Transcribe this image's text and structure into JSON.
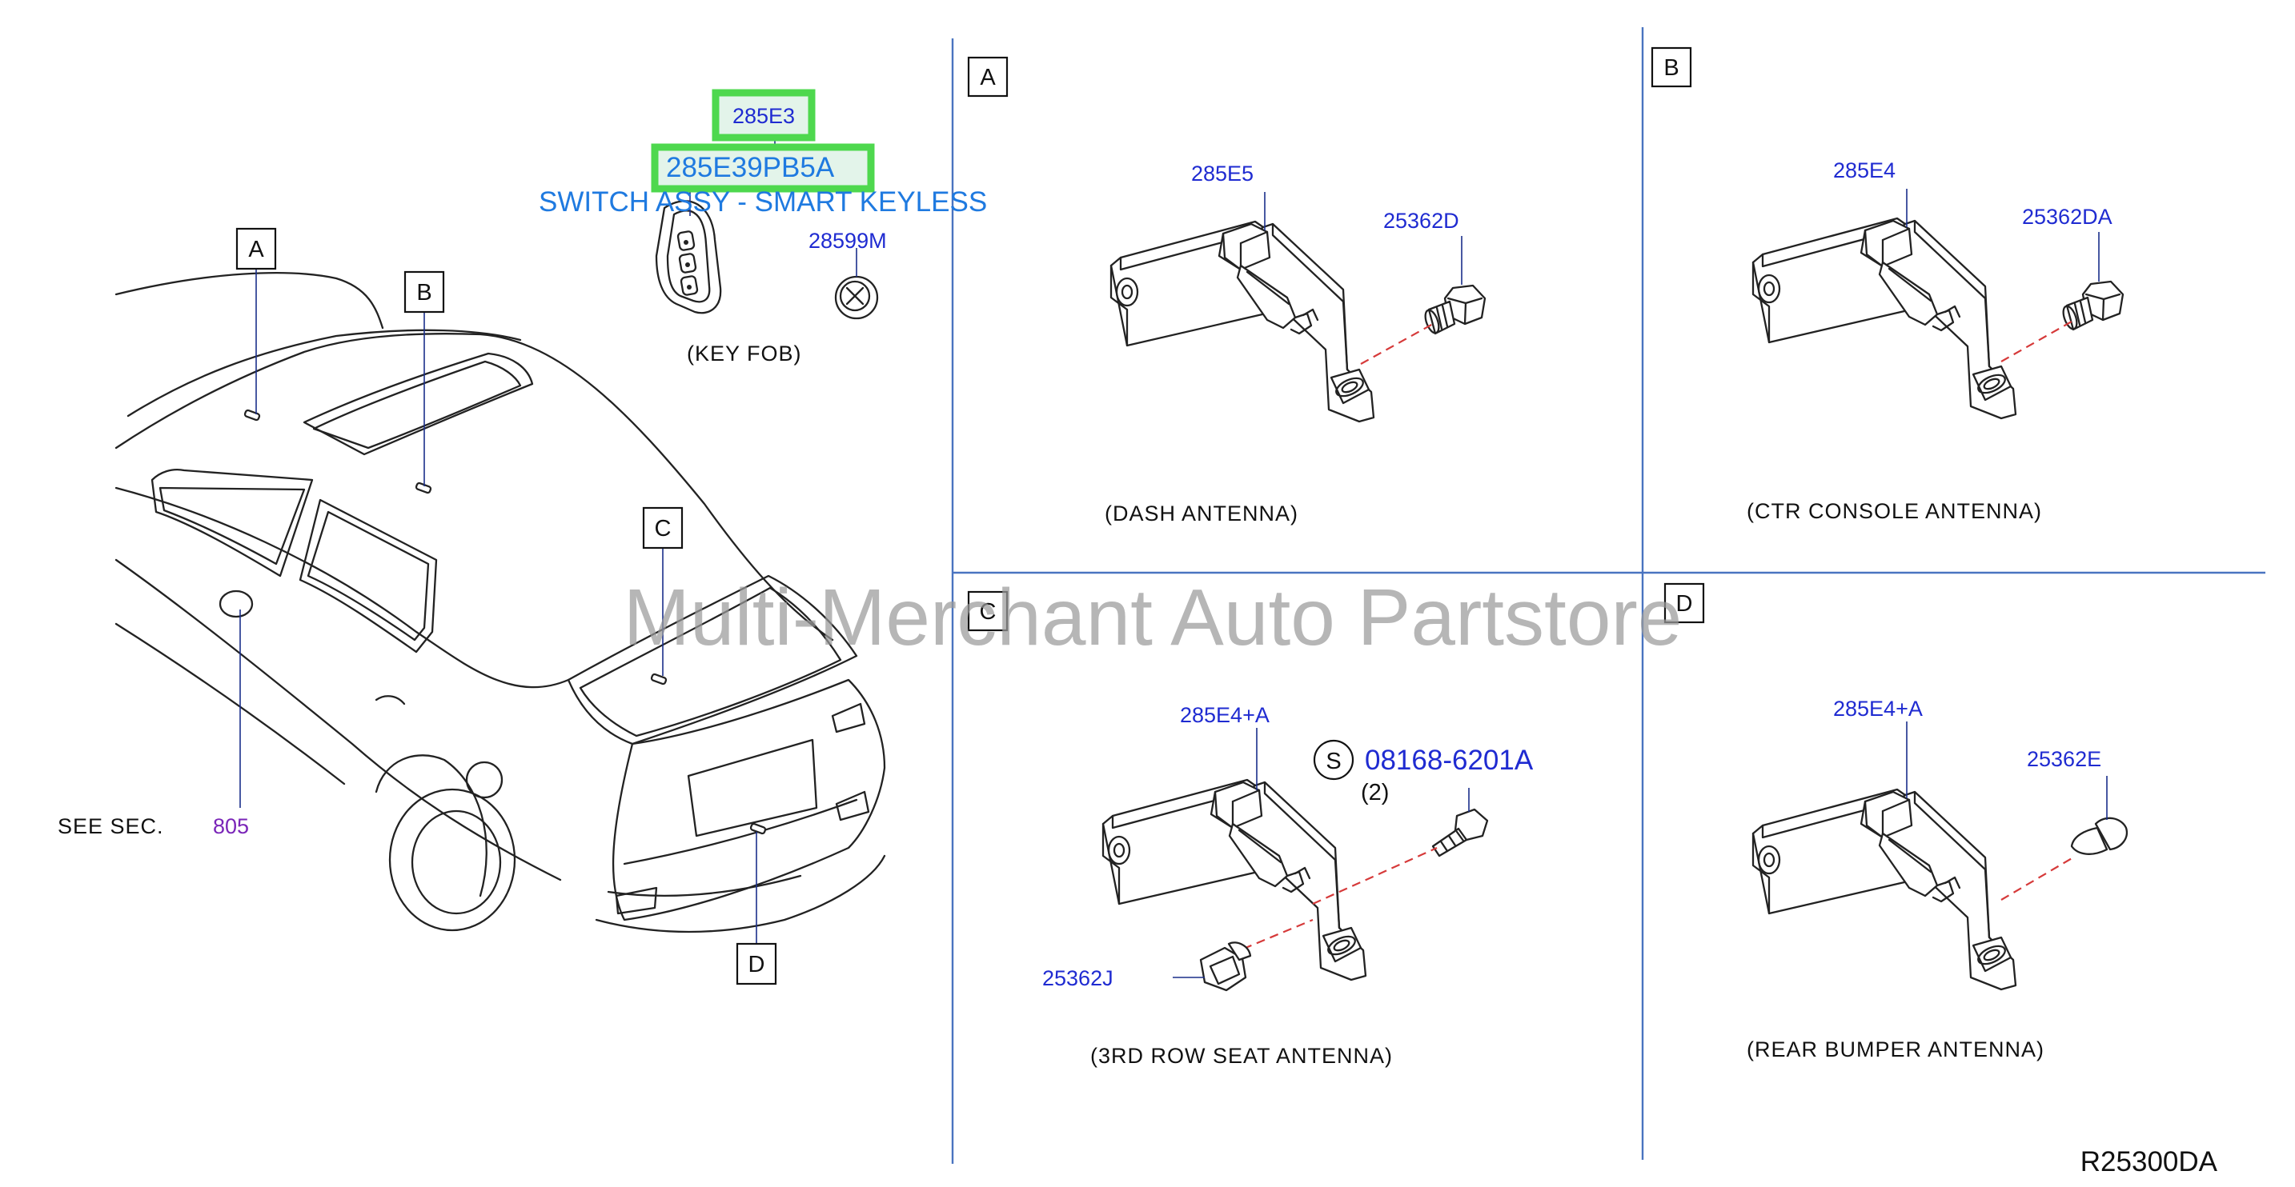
{
  "watermark": "Multi-Merchant Auto Partstore",
  "diagram_code": "R25300DA",
  "vehicle": {
    "callouts": [
      "A",
      "B",
      "C",
      "D"
    ],
    "see_sec_label": "SEE   SEC.",
    "see_sec_number": "805"
  },
  "key_fob": {
    "part_main": "285E3",
    "part_highlight": "285E39PB5A",
    "description": "SWITCH ASSY - SMART KEYLESS",
    "battery_part": "28599M",
    "caption": "(KEY   FOB)"
  },
  "panels": {
    "A": {
      "label": "A",
      "antenna_part": "285E5",
      "bolt_part": "25362D",
      "caption": "(DASH   ANTENNA)"
    },
    "B": {
      "label": "B",
      "antenna_part": "285E4",
      "bolt_part": "25362DA",
      "caption": "(CTR   CONSOLE   ANTENNA)"
    },
    "C": {
      "label": "C",
      "antenna_part": "285E4+A",
      "screw_symbol": "S",
      "screw_part": "08168-6201A",
      "screw_qty": "(2)",
      "clip_part": "25362J",
      "caption": "(3RD   ROW   SEAT   ANTENNA)"
    },
    "D": {
      "label": "D",
      "antenna_part": "285E4+A",
      "bolt_part": "25362E",
      "caption": "(REAR   BUMPER   ANTENNA)"
    }
  },
  "colors": {
    "part_number": "#1f2bd1",
    "highlight_border": "#4ed84e",
    "highlight_text": "#1f7ae0",
    "divider": "#4a74c0",
    "dashed_axis": "#d63a3a",
    "section_ref": "#7a25b8"
  }
}
